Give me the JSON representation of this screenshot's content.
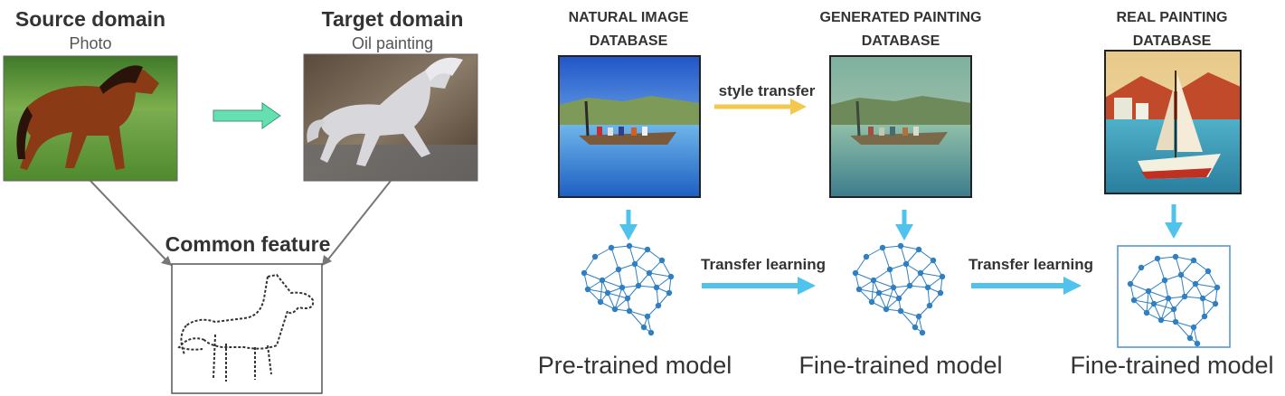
{
  "left_panel": {
    "source_title": "Source domain",
    "source_subtitle": "Photo",
    "target_title": "Target domain",
    "target_subtitle": "Oil painting",
    "common_label": "Common feature"
  },
  "right_panel": {
    "databases": [
      {
        "line1": "NATURAL IMAGE",
        "line2": "DATABASE"
      },
      {
        "line1": "GENERATED PAINTING",
        "line2": "DATABASE"
      },
      {
        "line1": "REAL PAINTING",
        "line2": "DATABASE"
      }
    ],
    "style_transfer_label": "style transfer",
    "transfer_learning_label_1": "Transfer learning",
    "transfer_learning_label_2": "Transfer learning",
    "models": [
      {
        "label": "Pre-trained model"
      },
      {
        "label": "Fine-trained model"
      },
      {
        "label": "Fine-trained model"
      }
    ]
  },
  "colors": {
    "green_arrow": "#66e0b0",
    "yellow_arrow": "#f2c94c",
    "blue_arrow": "#4fc3ec",
    "brain_blue": "#2e7fc4",
    "gray_line": "#777777"
  }
}
